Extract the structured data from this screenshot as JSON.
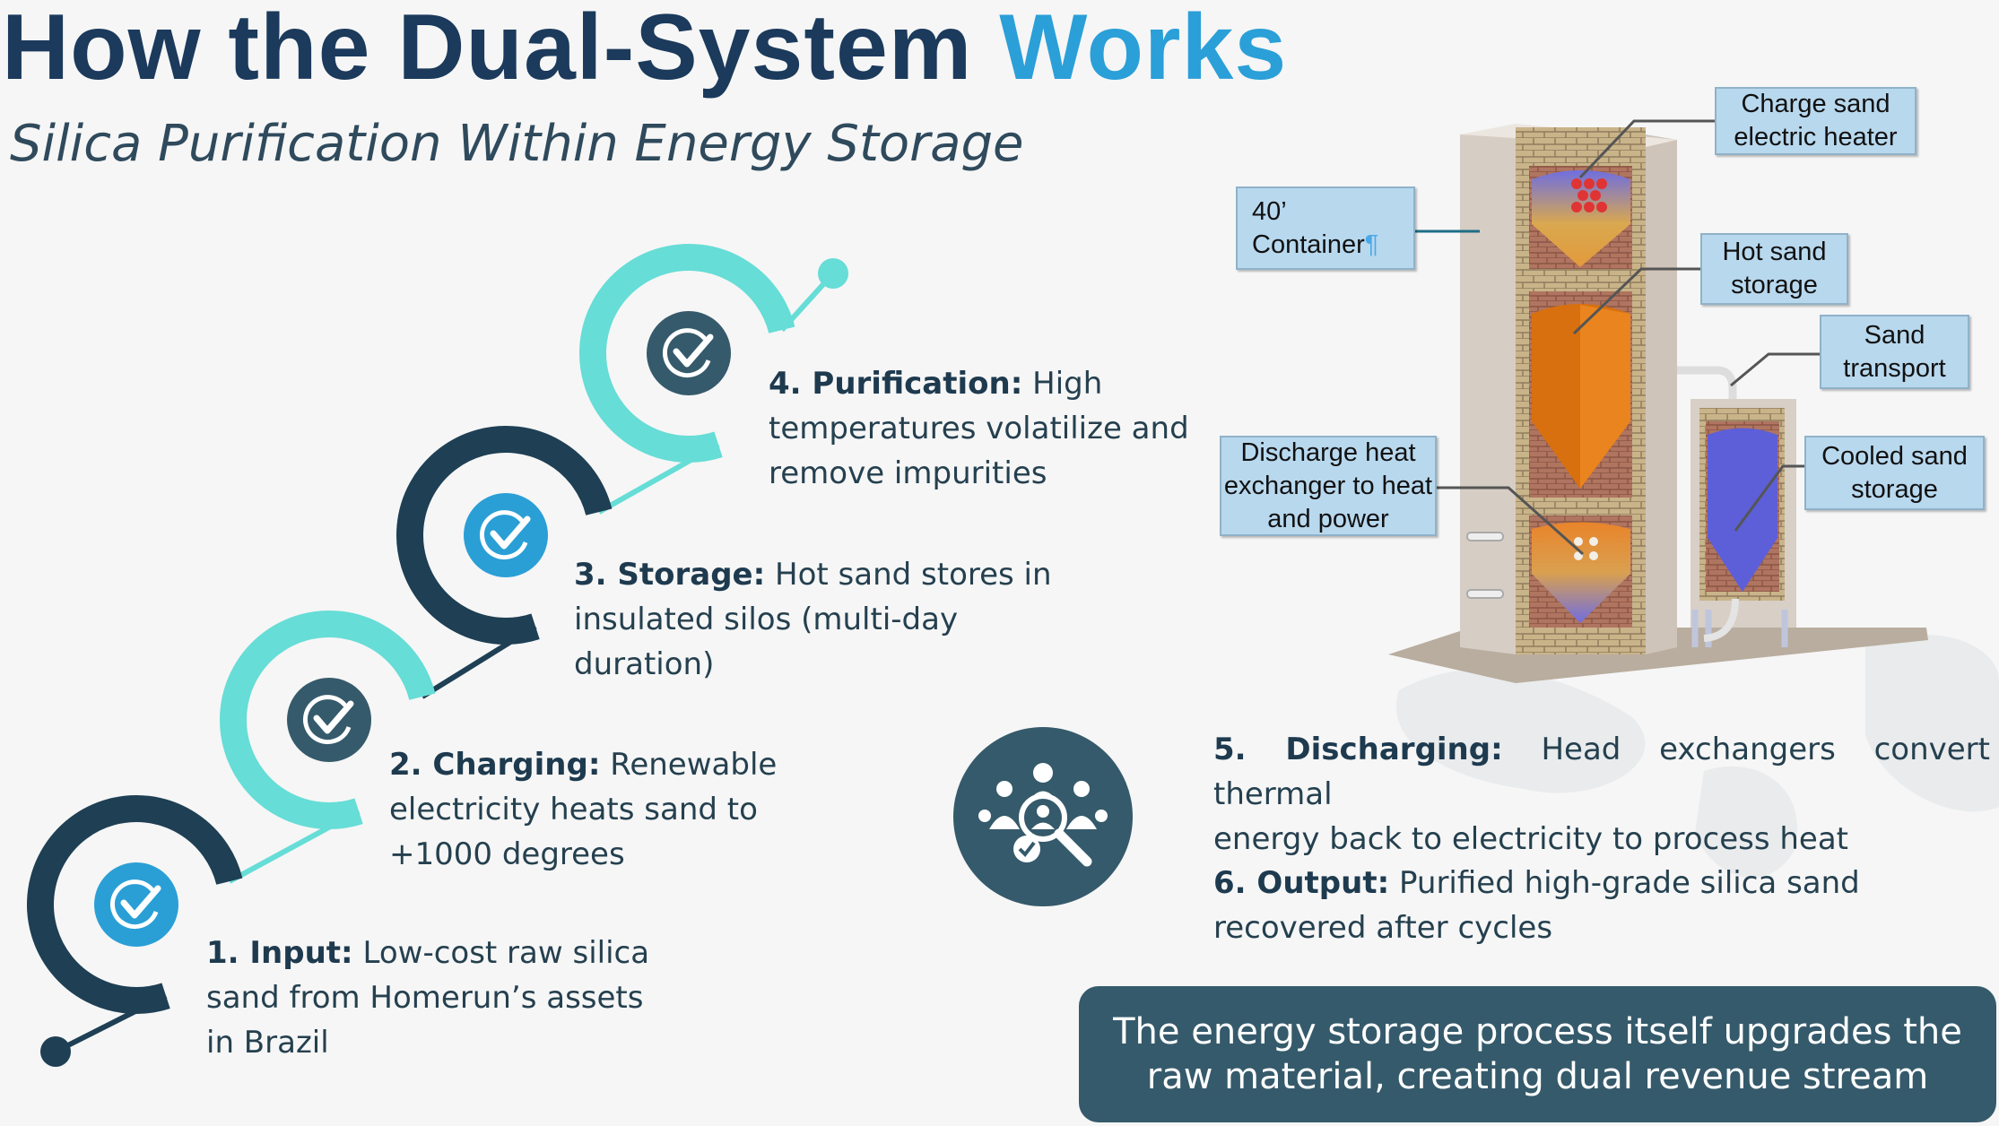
{
  "header": {
    "title_main": "How the Dual-System",
    "title_accent": "Works",
    "subtitle": "Silica Purification Within Energy Storage"
  },
  "steps": [
    {
      "title": "1. Input:",
      "body": "Low-cost raw silica sand from Homerun’s assets in Brazil"
    },
    {
      "title": "2. Charging:",
      "body": "Renewable electricity heats sand to +1000 degrees"
    },
    {
      "title": "3. Storage:",
      "body": "Hot sand stores in insulated silos (multi-day duration)"
    },
    {
      "title": "4. Purification:",
      "body": "High temperatures volatilize and remove impurities"
    },
    {
      "title": "5. Discharging:",
      "body_line1": "Head exchangers convert thermal",
      "body_line2": "energy back to electricity to process heat"
    },
    {
      "title": "6. Output:",
      "body": "Purified high-grade silica sand recovered after cycles"
    }
  ],
  "diagram": {
    "labels": {
      "charge_heater": "Charge sand electric heater",
      "container_line1": "40’",
      "container_line2": "Container",
      "container_mark": "¶",
      "hot_storage": "Hot sand storage",
      "transport": "Sand transport",
      "discharge": "Discharge heat exchanger to heat and power",
      "cooled": "Cooled sand storage"
    }
  },
  "banner": {
    "text": "The energy storage process itself upgrades the raw material, creating dual revenue stream"
  },
  "colors": {
    "dark": "#1e3f54",
    "teal": "#66ddd6",
    "blue": "#2a9fd6",
    "slate": "#355a6b",
    "title": "#1b3a5c",
    "accent": "#2b9fd8"
  },
  "icons": [
    "check-circle-icon",
    "team-search-icon"
  ]
}
